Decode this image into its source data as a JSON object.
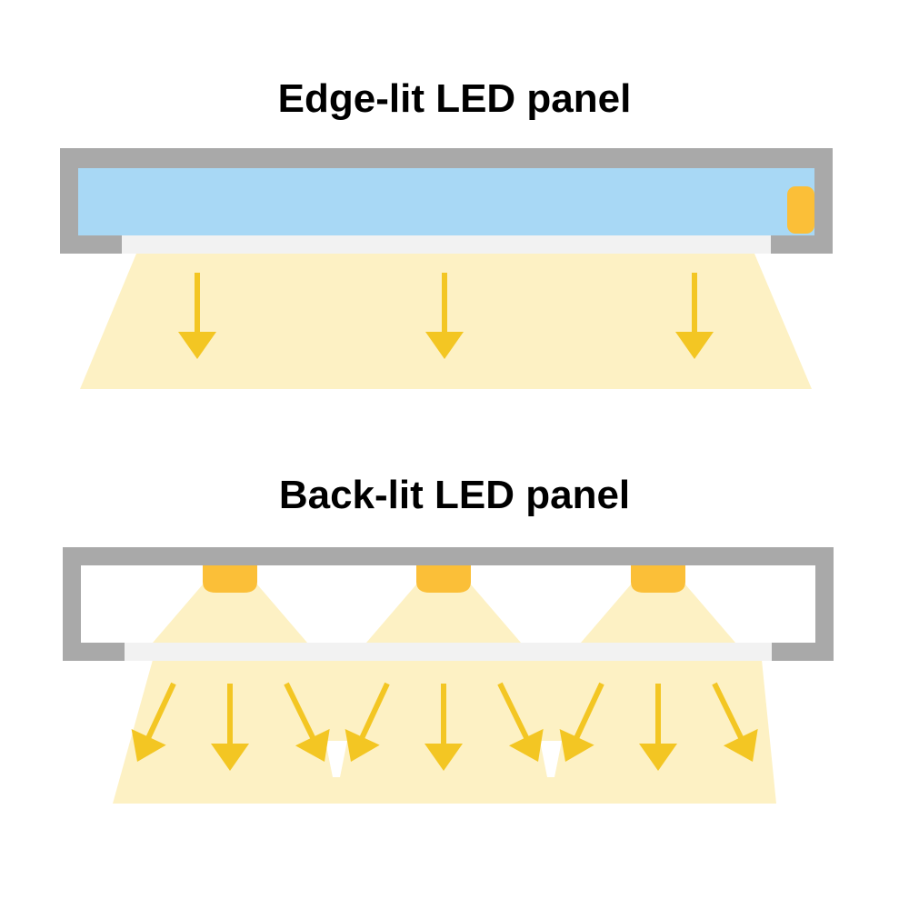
{
  "edge_lit": {
    "title": "Edge-lit LED panel",
    "led_count": 1,
    "arrow_count": 3
  },
  "back_lit": {
    "title": "Back-lit LED panel",
    "led_count": 3,
    "arrows_per_led": 3
  },
  "colors": {
    "frame": "#a9a9a9",
    "light_guide": "#a8d8f5",
    "diffuser": "#f2f2f2",
    "led": "#fbbf38",
    "light_beam": "#fdf1c4",
    "arrow": "#f3c623",
    "background": "#ffffff"
  }
}
